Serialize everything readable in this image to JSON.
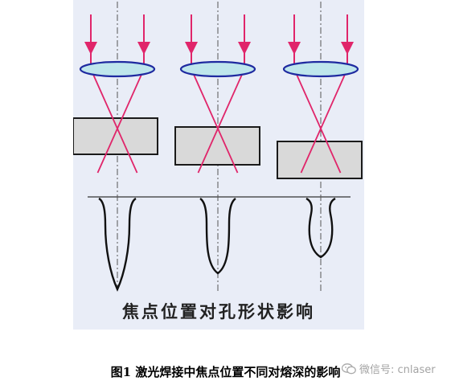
{
  "panel": {
    "caption": "焦点位置对孔形状影响",
    "lens_color": "#bfe6ec",
    "lens_stroke": "#1f2aa0",
    "beam_color": "#e0256a",
    "workpiece_fill": "#d9d9d9",
    "axis_color": "#555555"
  },
  "figure_caption": "图1  激光焊接中焦点位置不同对熔深的影响",
  "watermark": {
    "label": "微信号: cnlaser",
    "icon": "wechat-icon"
  }
}
